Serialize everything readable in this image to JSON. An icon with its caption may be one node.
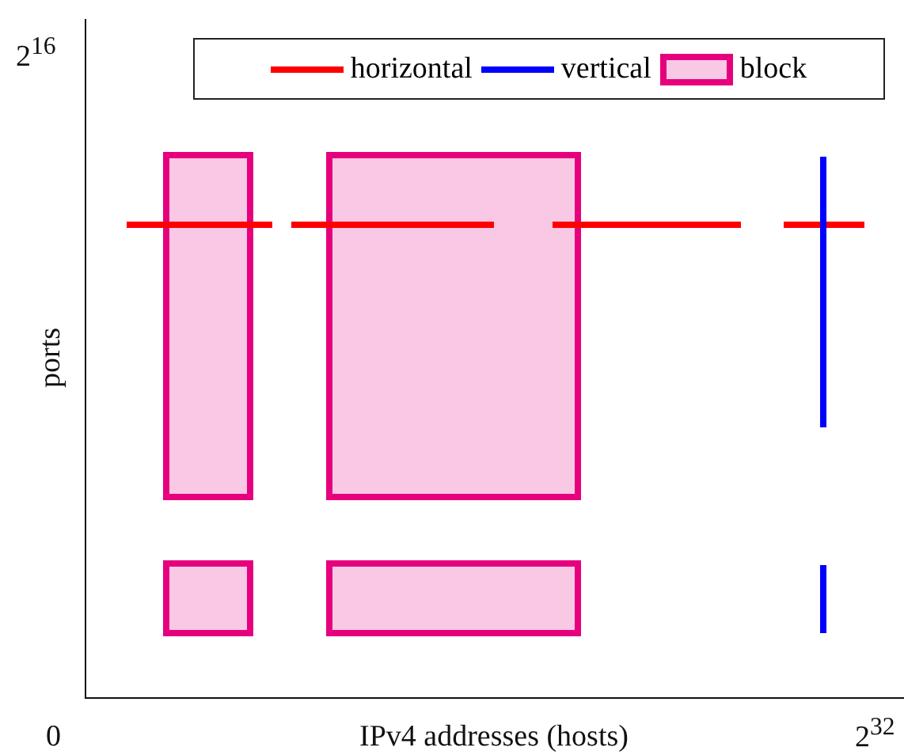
{
  "diagram": {
    "labels": [
      "2$^{16}$",
      "ports",
      "0",
      "IPv4 addresses (hosts)",
      "2$^{32}$"
    ],
    "legend": [
      {
        "text": "horizontal"
      },
      {
        "text": "vertical"
      },
      {
        "text": "block"
      }
    ]
  }
}
